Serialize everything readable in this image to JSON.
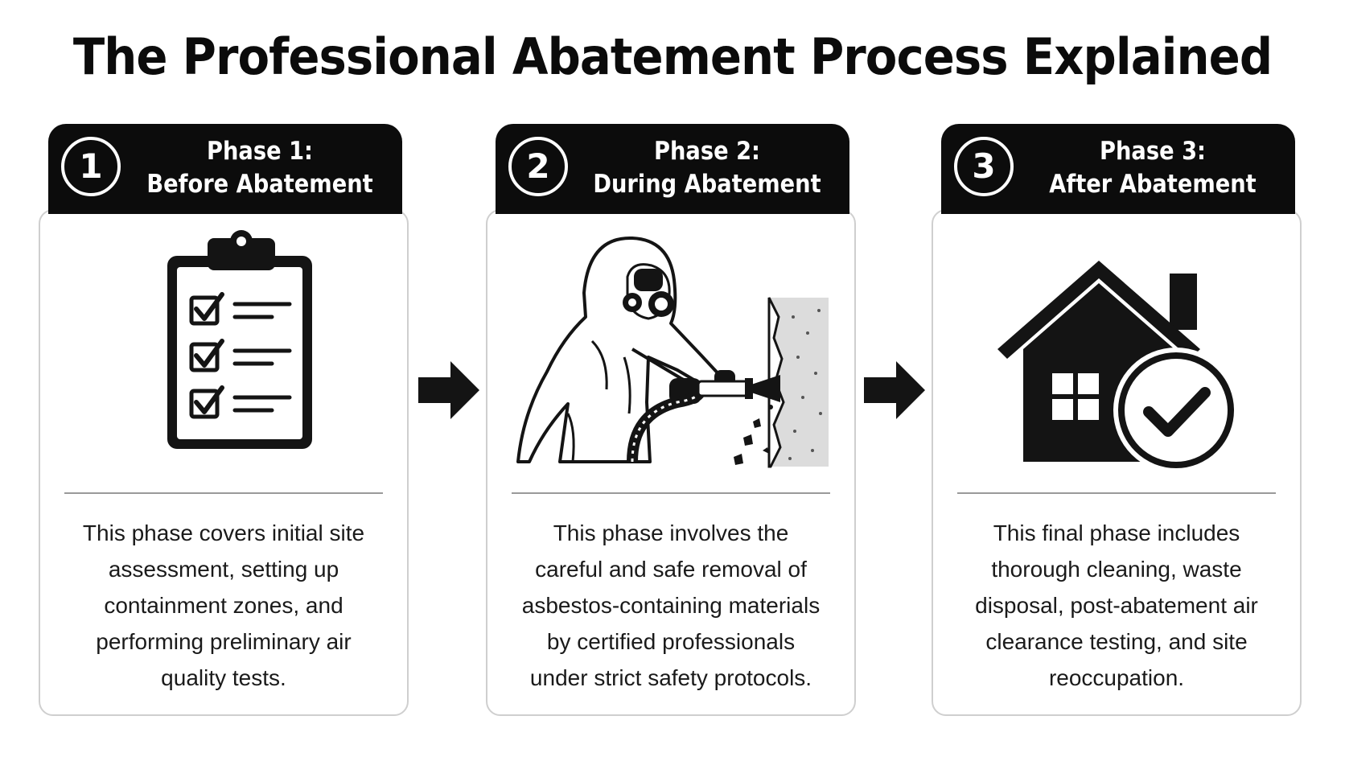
{
  "title": "The Professional Abatement Process Explained",
  "phases": [
    {
      "number": "1",
      "label": "Phase 1:",
      "name": "Before Abatement",
      "icon": "clipboard-checklist-icon",
      "description": "This phase covers initial site assessment, setting up containment zones, and performing preliminary air quality tests."
    },
    {
      "number": "2",
      "label": "Phase 2:",
      "name": "During Abatement",
      "icon": "hazmat-worker-icon",
      "description": "This phase involves the careful and safe removal of asbestos-containing materials by certified professionals under strict safety protocols."
    },
    {
      "number": "3",
      "label": "Phase 3:",
      "name": "After Abatement",
      "icon": "house-checkmark-icon",
      "description": "This final phase includes thorough cleaning, waste disposal, post-abatement air clearance testing, and site reoccupation."
    }
  ],
  "arrow_icon": "right-arrow-icon",
  "colors": {
    "header": "#0c0c0c",
    "card_border": "#cfcfcf",
    "text": "#1a1a1a",
    "background": "#ffffff"
  }
}
